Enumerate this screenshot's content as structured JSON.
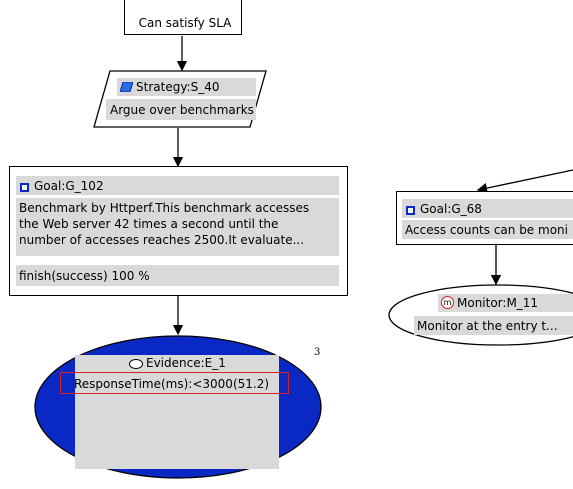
{
  "sla_node": {
    "text": "Can satisfy SLA"
  },
  "strategy": {
    "title": "Strategy:S_40",
    "text": "Argue over benchmarks"
  },
  "goal_102": {
    "title": "Goal:G_102",
    "text": "Benchmark by Httperf.This benchmark accesses\nthe Web server 42 times a second until the\nnumber of accesses reaches 2500.It evaluate...",
    "status": "finish(success) 100 %"
  },
  "evidence": {
    "title": "Evidence:E_1",
    "text": "ResponseTime(ms):<3000(51.2)",
    "badge": "3"
  },
  "goal_68": {
    "title": "Goal:G_68",
    "text": "Access counts can be moni"
  },
  "monitor": {
    "title": "Monitor:M_11",
    "text": "Monitor at the entry t..."
  },
  "colors": {
    "accent": "#0a29c4",
    "highlight": "#d42020",
    "header_bg": "#d9d9d9"
  }
}
